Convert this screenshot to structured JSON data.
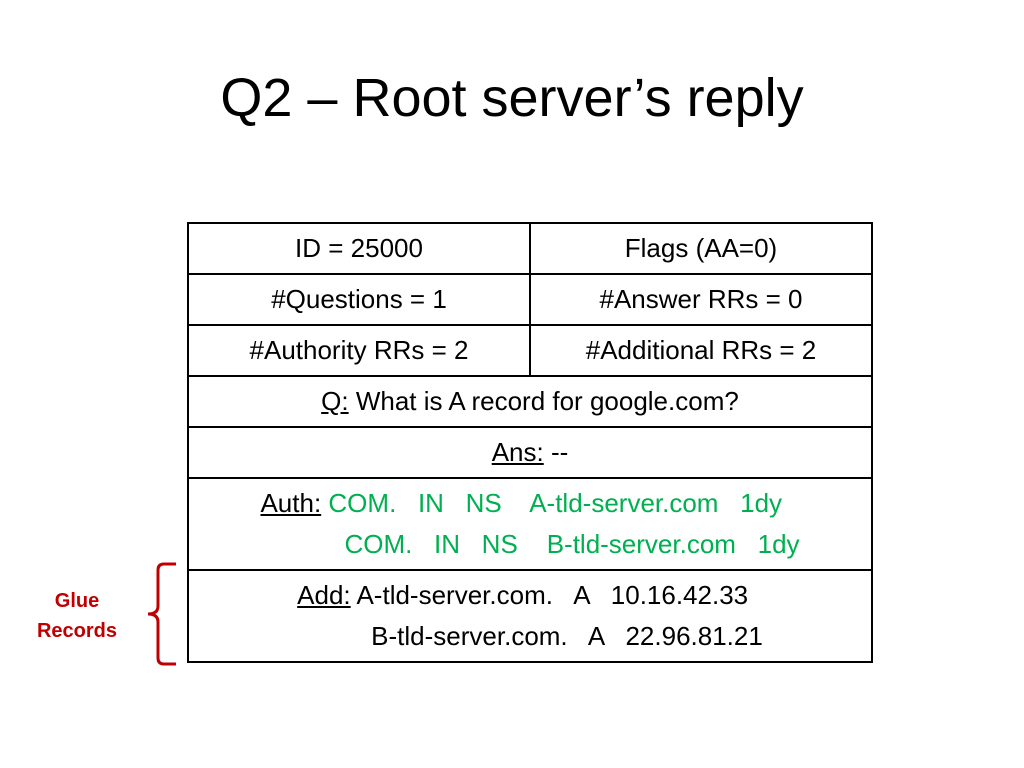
{
  "title": "Q2 – Root server’s reply",
  "table": {
    "id": "ID = 25000",
    "flags": "Flags (AA=0)",
    "questions": "#Questions = 1",
    "answers": "#Answer RRs = 0",
    "authority": "#Authority RRs = 2",
    "additional": "#Additional RRs = 2",
    "question": {
      "label": "Q:",
      "text": " What is A record for google.com?"
    },
    "answer": {
      "label": "Ans:",
      "text": " --"
    },
    "auth": {
      "label": "Auth:",
      "records": [
        "COM.   IN   NS    A-tld-server.com   1dy",
        "COM.   IN   NS    B-tld-server.com   1dy"
      ]
    },
    "add": {
      "label": "Add:",
      "records": [
        "A-tld-server.com.   A   10.16.42.33",
        "B-tld-server.com.   A   22.96.81.21"
      ]
    }
  },
  "annotation": {
    "line1": "Glue",
    "line2": "Records",
    "color": "#c00000"
  },
  "colors": {
    "record_green": "#00b050",
    "border": "#000000"
  }
}
